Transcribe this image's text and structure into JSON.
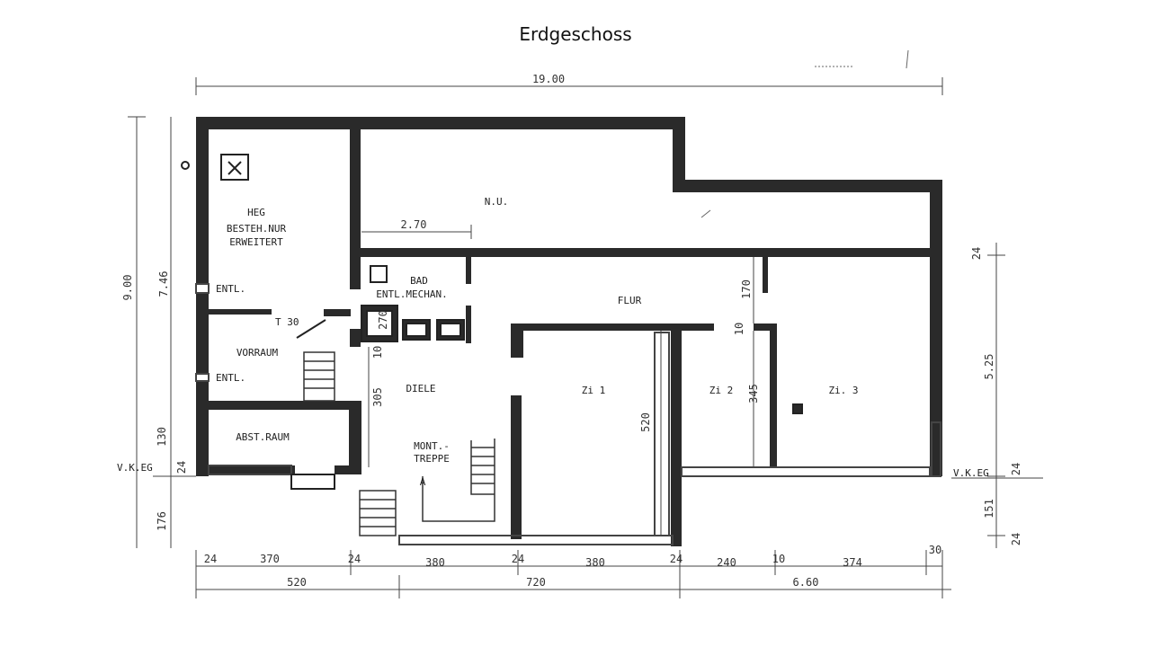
{
  "title": "Erdgeschoss",
  "rooms": {
    "heg1": "HEG",
    "heg2": "BESTEH.NUR",
    "heg3": "ERWEITERT",
    "nu": "N.U.",
    "bad1": "BAD",
    "bad2": "ENTL.MECHAN.",
    "flur": "FLUR",
    "entl_top": "ENTL.",
    "entl_bottom": "ENTL.",
    "t30": "T 30",
    "vorraum": "VORRAUM",
    "diele": "DIELE",
    "zi1": "Zi 1",
    "zi2": "Zi 2",
    "zi3": "Zi. 3",
    "abst": "ABST.RAUM",
    "mont1": "MONT.-",
    "mont2": "TREPPE",
    "section_mark": "A",
    "vkeg_left": "V.K.EG",
    "vkeg_right": "V.K.EG"
  },
  "dims": {
    "overall_width": "19.00",
    "overall_depth": "9.00",
    "depth_left_inner": "7.46",
    "d_270_top": "2.70",
    "d_270_box": "270",
    "d_170": "170",
    "d_10_flur": "10",
    "d_10_diele": "10",
    "d_305": "305",
    "d_520_zi1": "520",
    "d_345": "345",
    "d_525": "5.25",
    "d_24_right_top": "24",
    "d_24_right_mid": "24",
    "d_24_right_bottom": "24",
    "d_151": "151",
    "d_130": "130",
    "d_24_left": "24",
    "d_176": "176",
    "b_24a": "24",
    "b_370": "370",
    "b_24b": "24",
    "b_380a": "380",
    "b_24c": "24",
    "b_380b": "380",
    "b_24d": "24",
    "b_240": "240",
    "b_10": "10",
    "b_374": "374",
    "b_30": "30",
    "t_520": "520",
    "t_720": "720",
    "t_660": "6.60"
  }
}
